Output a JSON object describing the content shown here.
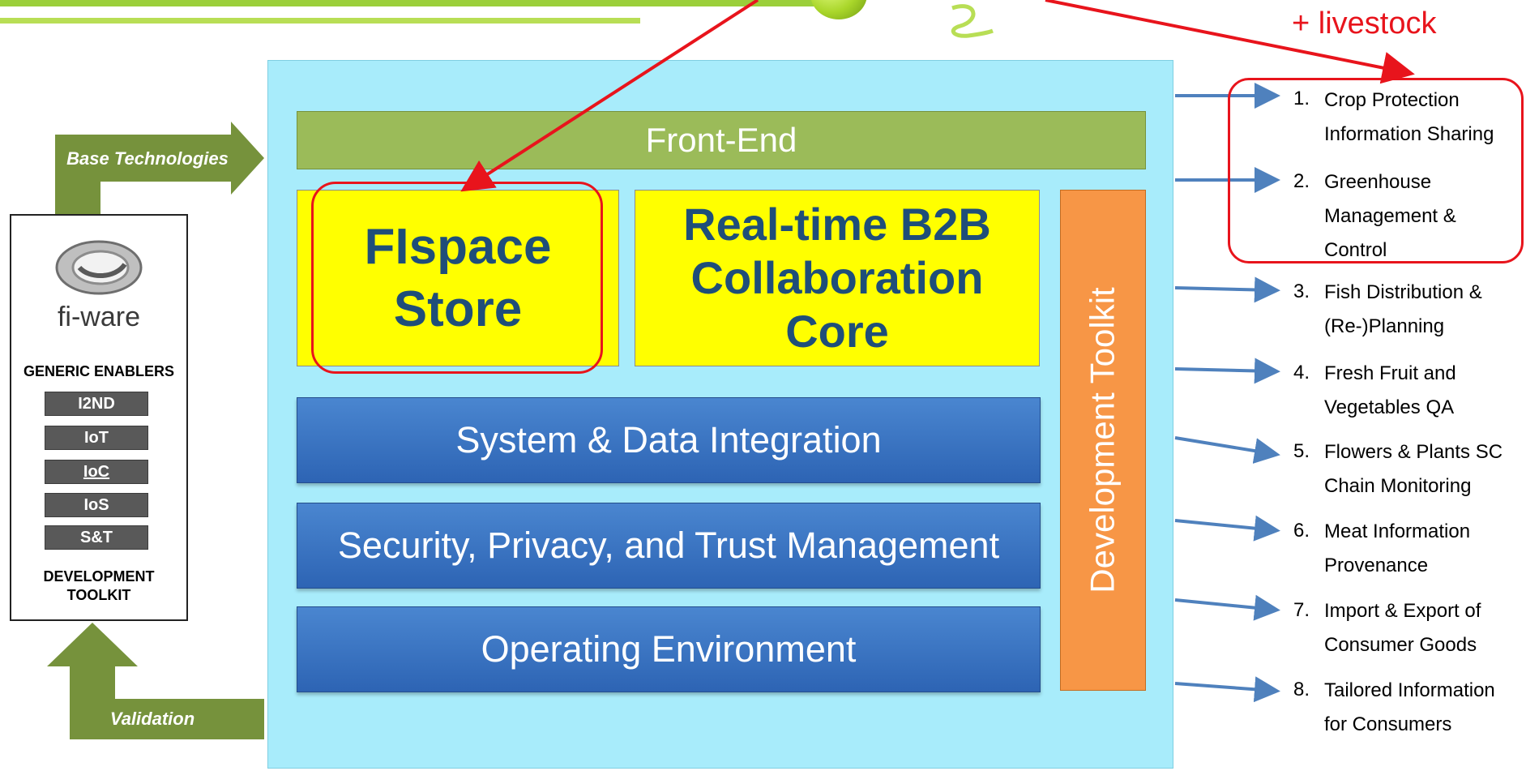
{
  "decor": {
    "accent": "#9bcf3a",
    "arrow_red": "#e8141c",
    "arrow_blue": "#4f81bd",
    "arrow_green": "#76923c"
  },
  "front_end": "Front-End",
  "fispace_store": "FIspace\nStore",
  "b2b_core": "Real-time B2B\nCollaboration\nCore",
  "layers": {
    "system_integration": "System & Data Integration",
    "security": "Security, Privacy, and Trust Management",
    "operating_env": "Operating Environment"
  },
  "development_toolkit": "Development Toolkit",
  "fiware": {
    "logo_text": "fi-ware",
    "generic_enablers_title": "GENERIC ENABLERS",
    "enablers": [
      "I2ND",
      "IoT",
      "IoC",
      "IoS",
      "S&T"
    ],
    "dev_toolkit_label": "DEVELOPMENT\nTOOLKIT"
  },
  "flows": {
    "base_technologies": "Base Technologies",
    "validation": "Validation"
  },
  "livestock_note": "+ livestock",
  "use_cases": [
    {
      "num": "1.",
      "text": "Crop Protection\nInformation Sharing"
    },
    {
      "num": "2.",
      "text": "Greenhouse\nManagement &\nControl"
    },
    {
      "num": "3.",
      "text": "Fish Distribution &\n(Re-)Planning"
    },
    {
      "num": "4.",
      "text": "Fresh Fruit and\nVegetables QA"
    },
    {
      "num": "5.",
      "text": "Flowers & Plants SC\nChain Monitoring"
    },
    {
      "num": "6.",
      "text": "Meat Information\nProvenance"
    },
    {
      "num": "7.",
      "text": "Import & Export of\nConsumer Goods"
    },
    {
      "num": "8.",
      "text": "Tailored Information\nfor Consumers"
    }
  ]
}
